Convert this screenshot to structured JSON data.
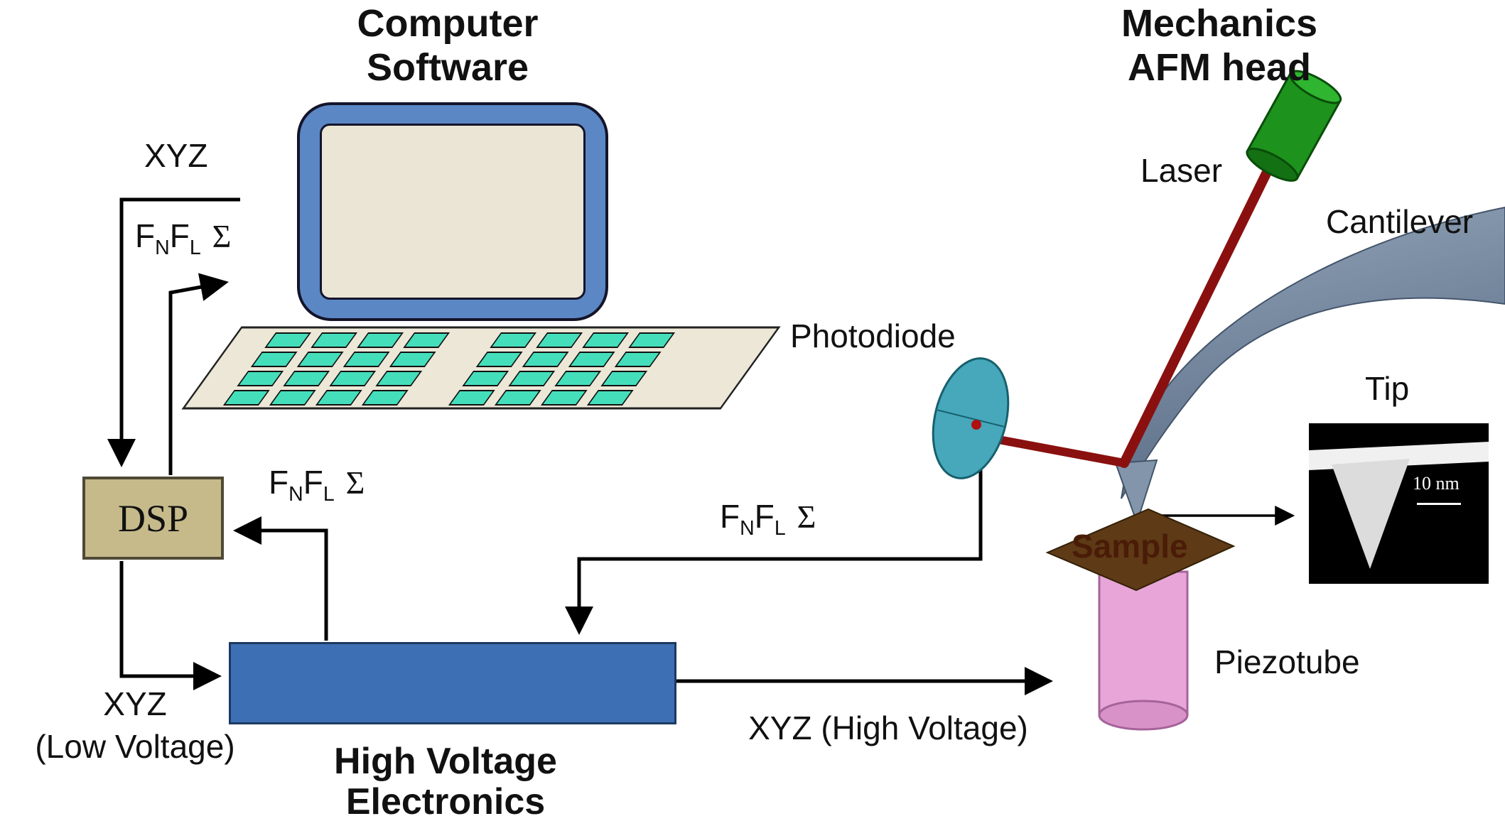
{
  "titles": {
    "computer": {
      "line1": "Computer",
      "line2": "Software"
    },
    "mechanics": {
      "line1": "Mechanics",
      "line2": "AFM head"
    },
    "high_voltage": {
      "line1": "High Voltage",
      "line2": "Electronics"
    }
  },
  "boxes": {
    "dsp_label": "DSP"
  },
  "signals": {
    "xyz": "XYZ",
    "xyz_low_line1": "XYZ",
    "xyz_low_line2": "(Low Voltage)",
    "xyz_high": "XYZ (High Voltage)",
    "f": "F",
    "sub_n": "N",
    "sub_l": "L",
    "sigma": "Σ"
  },
  "components": {
    "laser": "Laser",
    "cantilever": "Cantilever",
    "photodiode": "Photodiode",
    "tip": "Tip",
    "sample": "Sample",
    "piezotube": "Piezotube"
  },
  "tip_inset": {
    "scale_label": "10 nm"
  },
  "colors": {
    "laptop_frame": "#5b87c5",
    "screen": "#eae5d5",
    "keyboard": "#ece7d6",
    "keys": "#45debb",
    "dsp_box": "#c6ba8b",
    "hv_box": "#3d6fb4",
    "laser": "#1d921d",
    "beam": "#8a1010",
    "photodiode": "#46a8ba",
    "cantilever": "#6c7f9a",
    "sample": "#5e3a16",
    "piezotube": "#e7a6d7",
    "arrow": "#000000"
  }
}
